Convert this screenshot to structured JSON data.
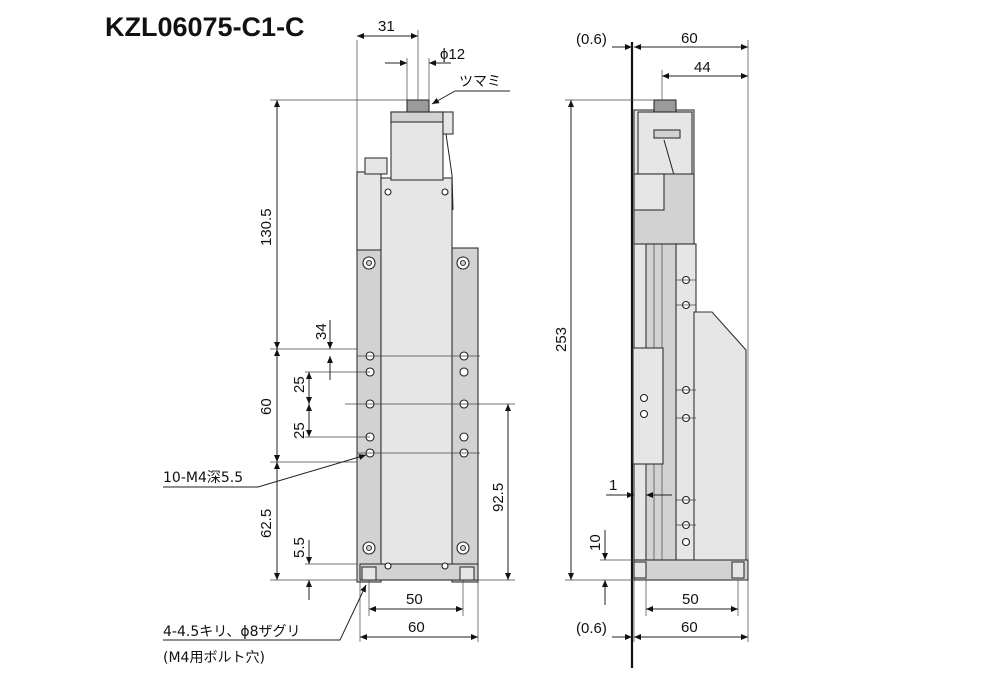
{
  "title": "KZL06075-C1-C",
  "front_view": {
    "dim_top_width": "31",
    "dim_knob_dia": "ϕ12",
    "label_knob": "ツマミ",
    "dim_total_height_upper": "130.5",
    "dim_hole_pitch_top": "34",
    "dim_hole_pitch_a": "25",
    "dim_hole_pitch_b": "25",
    "dim_hole_span": "60",
    "dim_lower": "62.5",
    "dim_bottom_offset": "5.5",
    "dim_right_height": "92.5",
    "dim_base_inner": "50",
    "dim_base_outer": "60",
    "label_tapped_holes": "10-M4深5.5",
    "label_mount_holes_line1": "4-4.5キリ、ϕ8ザグリ",
    "label_mount_holes_line2": "(M4用ボルト穴)"
  },
  "side_view": {
    "dim_offset_top": "(0.6)",
    "dim_width_top": "60",
    "dim_width_inner": "44",
    "dim_total_height": "253",
    "dim_small_1": "1",
    "dim_small_10": "10",
    "dim_base_inner": "50",
    "dim_offset_bottom": "(0.6)",
    "dim_base_outer": "60"
  },
  "colors": {
    "body_fill": "#e6e6e6",
    "line": "#222222"
  }
}
